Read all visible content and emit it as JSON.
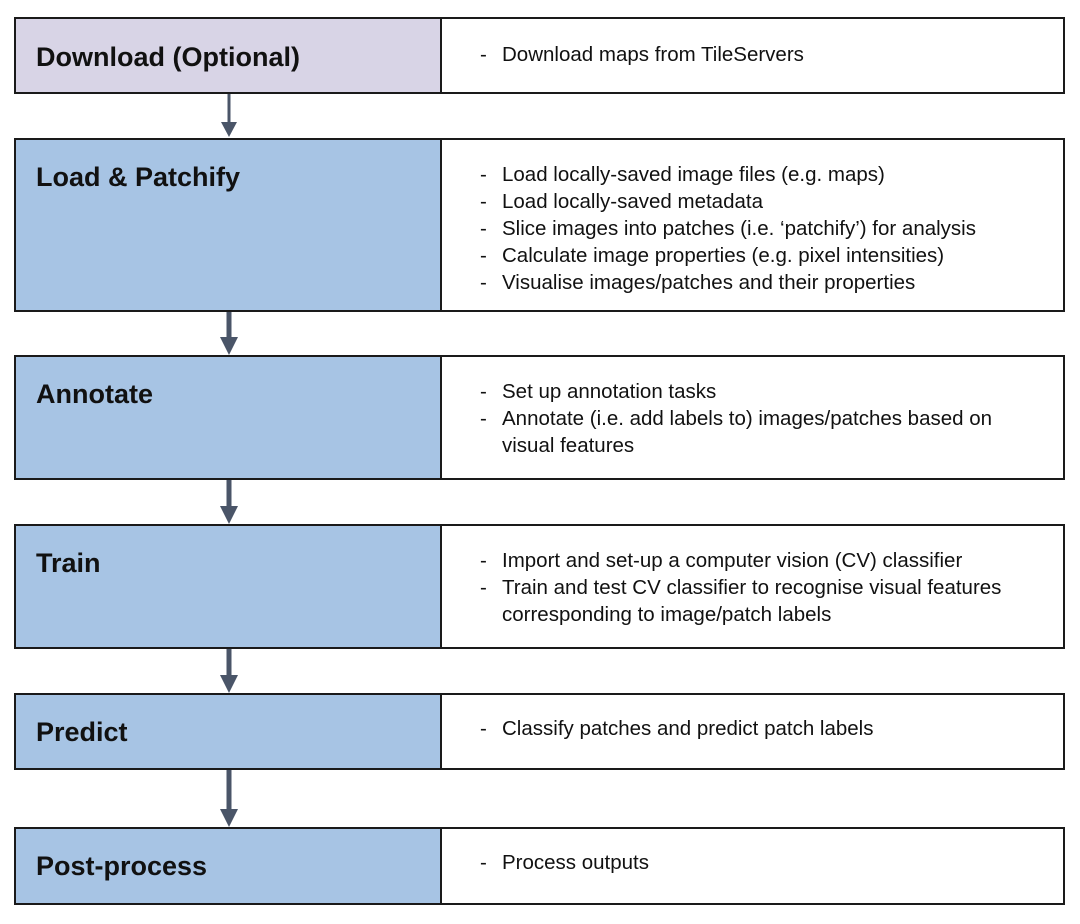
{
  "colors": {
    "title_fill_optional": "#d8d4e6",
    "title_fill_default": "#a7c4e4",
    "border": "#1a1a1a",
    "arrow": "#4a5568"
  },
  "stages": [
    {
      "title": "Download (Optional)",
      "items": [
        "Download maps from TileServers"
      ]
    },
    {
      "title": "Load & Patchify",
      "items": [
        "Load locally-saved image files (e.g. maps)",
        "Load locally-saved metadata",
        "Slice images into patches (i.e. ‘patchify’) for analysis",
        "Calculate image properties (e.g. pixel intensities)",
        "Visualise images/patches and their properties"
      ]
    },
    {
      "title": "Annotate",
      "items": [
        "Set up annotation tasks",
        "Annotate (i.e. add labels to) images/patches based on visual features"
      ]
    },
    {
      "title": "Train",
      "items": [
        "Import and set-up a computer vision (CV) classifier",
        "Train and test CV classifier to recognise visual features corresponding to image/patch labels"
      ]
    },
    {
      "title": "Predict",
      "items": [
        "Classify patches and predict patch labels"
      ]
    },
    {
      "title": "Post-process",
      "items": [
        "Process outputs"
      ]
    }
  ]
}
